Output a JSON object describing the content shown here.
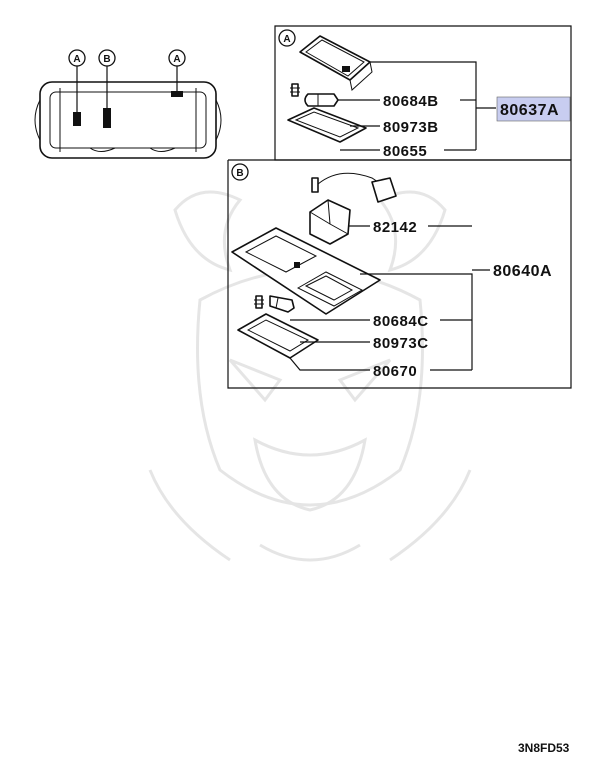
{
  "callouts": {
    "vehicle_a_front": "A",
    "vehicle_b": "B",
    "vehicle_a_rear": "A",
    "box_a": "A",
    "box_b": "B"
  },
  "parts": {
    "a_bulb": "80684B",
    "a_lens": "80973B",
    "a_housing": "80655",
    "a_assembly": "80637A",
    "b_switch": "82142",
    "b_assembly": "80640A",
    "b_bulb": "80684C",
    "b_lens": "80973C",
    "b_housing": "80670"
  },
  "highlight_color": "#c8cdf0",
  "diagram_code": "3N8FD53"
}
